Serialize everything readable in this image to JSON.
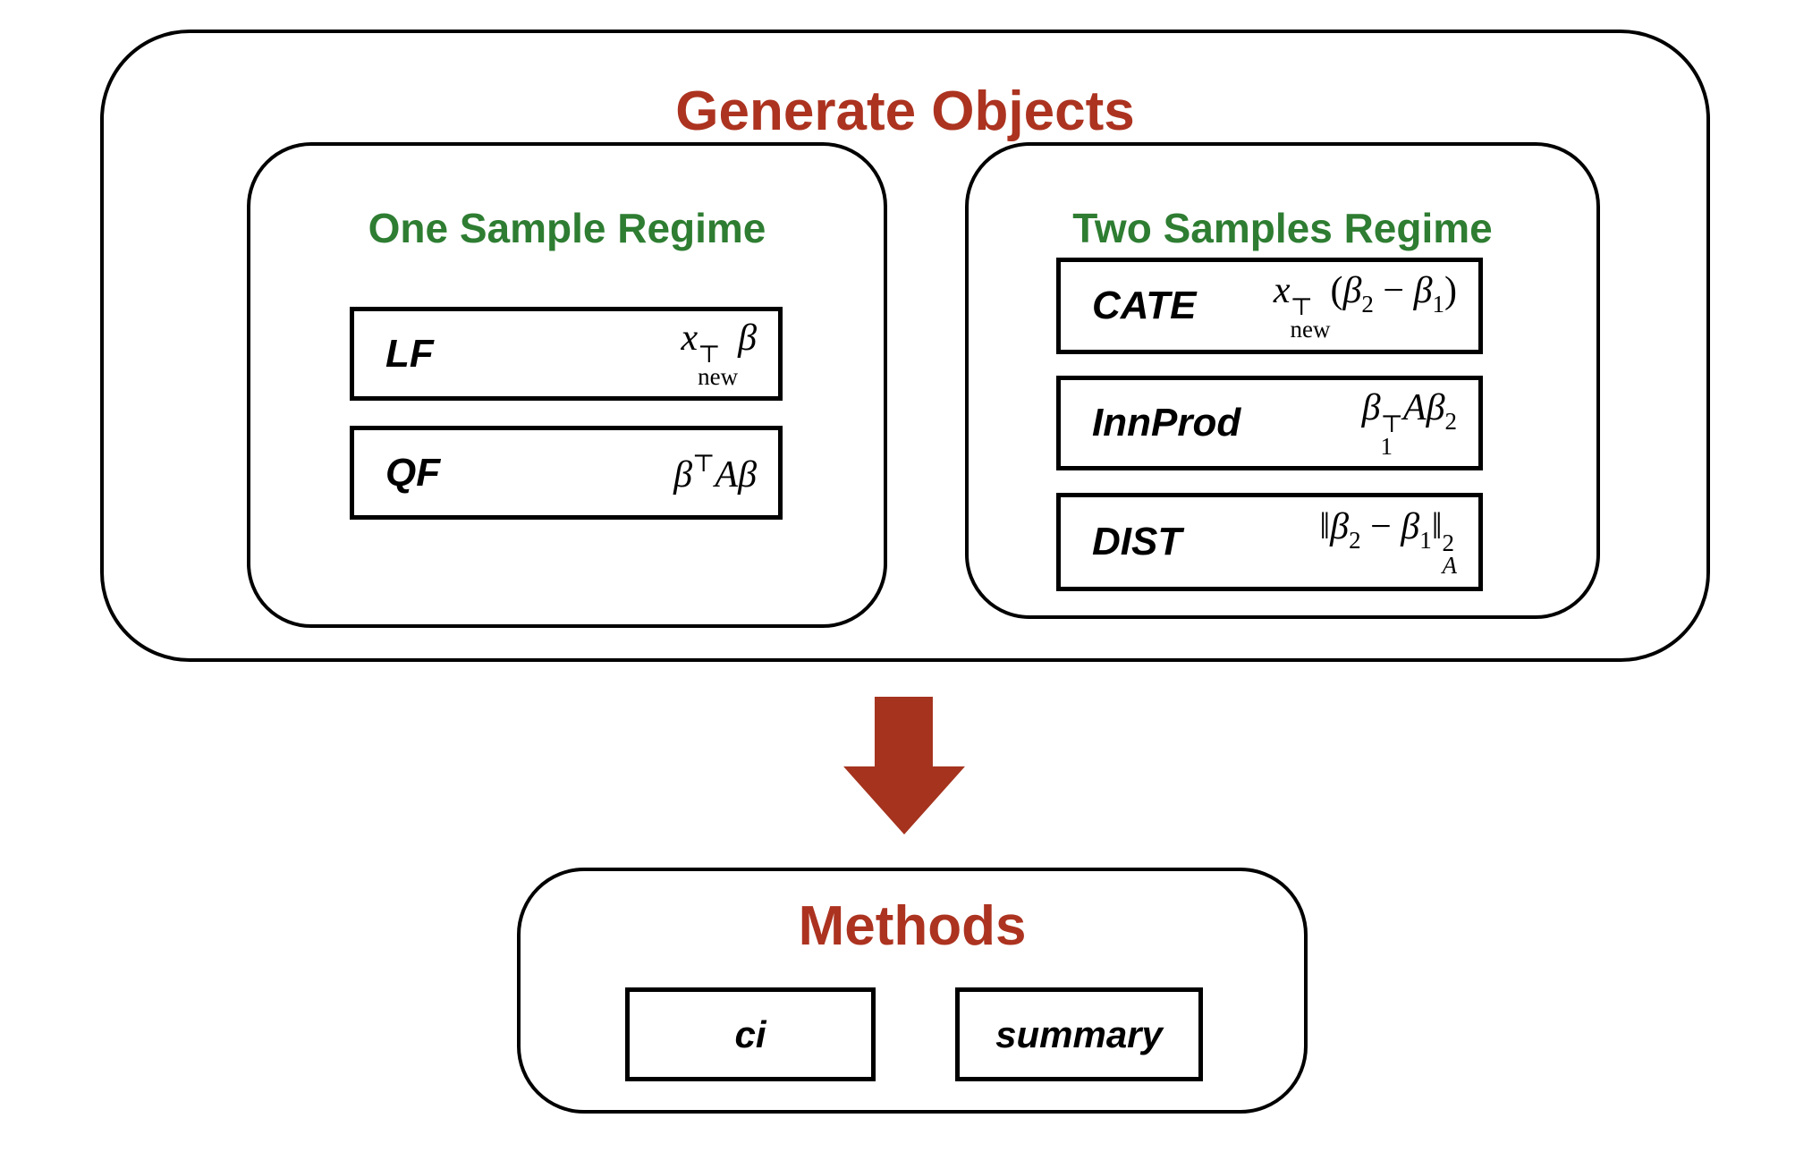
{
  "colors": {
    "title_red": "#AC3320",
    "regime_green": "#2E7D32",
    "arrow_red": "#A5331E",
    "border_black": "#000000"
  },
  "generate": {
    "title": "Generate Objects",
    "one_sample": {
      "title": "One Sample Regime",
      "objects": [
        {
          "label": "LF",
          "formula_text": "x_new^T b",
          "formula": [
            {
              "t": "it",
              "v": "x"
            },
            {
              "t": "stack",
              "sup": "⊤",
              "sub": "new"
            },
            {
              "t": "it",
              "v": "β"
            }
          ]
        },
        {
          "label": "QF",
          "formula_text": "b^T A b",
          "formula": [
            {
              "t": "it",
              "v": "β"
            },
            {
              "t": "sup",
              "v": "⊤"
            },
            {
              "t": "it",
              "v": "A"
            },
            {
              "t": "it",
              "v": "β"
            }
          ]
        }
      ]
    },
    "two_samples": {
      "title": "Two Samples Regime",
      "objects": [
        {
          "label": "CATE",
          "formula_text": "x_new^T (b2 - b1)",
          "formula": [
            {
              "t": "it",
              "v": "x"
            },
            {
              "t": "stack",
              "sup": "⊤",
              "sub": "new"
            },
            {
              "t": "rm",
              "v": "("
            },
            {
              "t": "it",
              "v": "β"
            },
            {
              "t": "sub",
              "v": "2"
            },
            {
              "t": "rm",
              "v": " − "
            },
            {
              "t": "it",
              "v": "β"
            },
            {
              "t": "sub",
              "v": "1"
            },
            {
              "t": "rm",
              "v": ")"
            }
          ]
        },
        {
          "label": "InnProd",
          "formula_text": "b1^T A b2",
          "formula": [
            {
              "t": "it",
              "v": "β"
            },
            {
              "t": "stack",
              "sup": "⊤",
              "sub": "1"
            },
            {
              "t": "it",
              "v": "A"
            },
            {
              "t": "it",
              "v": "β"
            },
            {
              "t": "sub",
              "v": "2"
            }
          ]
        },
        {
          "label": "DIST",
          "formula_text": "||b2 - b1||_A^2",
          "formula": [
            {
              "t": "rm",
              "v": "‖"
            },
            {
              "t": "it",
              "v": "β"
            },
            {
              "t": "sub",
              "v": "2"
            },
            {
              "t": "rm",
              "v": " − "
            },
            {
              "t": "it",
              "v": "β"
            },
            {
              "t": "sub",
              "v": "1"
            },
            {
              "t": "rm",
              "v": "‖"
            },
            {
              "t": "stack",
              "sup": "2",
              "sub": "A",
              "subIt": true
            }
          ]
        }
      ]
    }
  },
  "methods": {
    "title": "Methods",
    "items": [
      {
        "label": "ci"
      },
      {
        "label": "summary"
      }
    ]
  }
}
